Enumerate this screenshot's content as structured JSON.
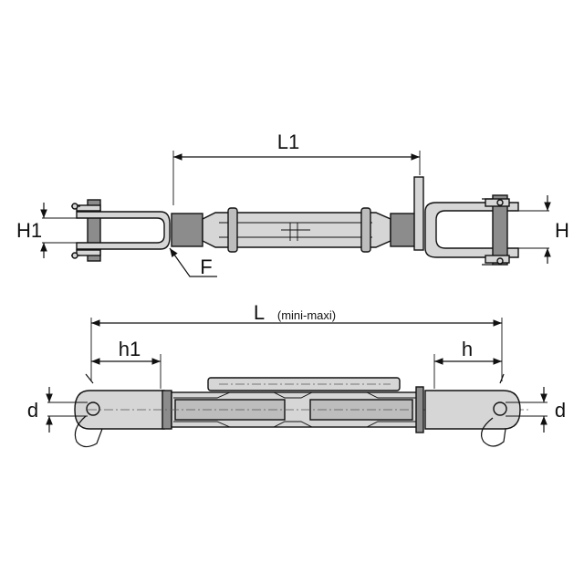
{
  "labels": {
    "L1": "L1",
    "H1": "H1",
    "H": "H",
    "F": "F",
    "L": "L",
    "L_note": "(mini-maxi)",
    "h1": "h1",
    "h": "h",
    "d_left": "d",
    "d_right": "d"
  }
}
